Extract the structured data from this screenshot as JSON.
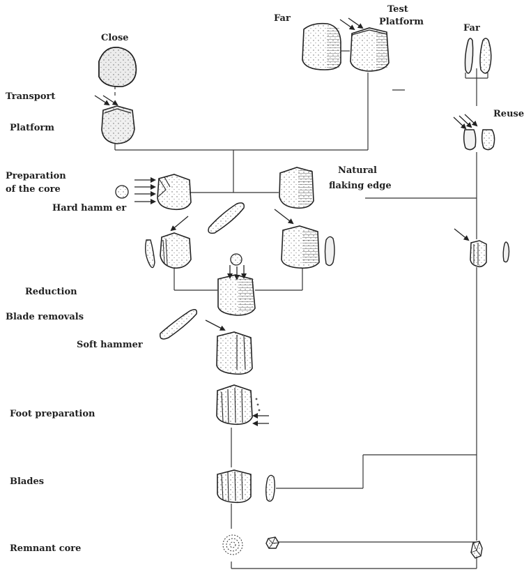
{
  "labels": {
    "close": "Close",
    "far_top": "Far",
    "test_platform_1": "Test",
    "test_platform_2": "Platform",
    "far_right": "Far",
    "transport": "Transport",
    "platform": "Platform",
    "reuse": "Reuse",
    "preparation_1": "Preparation",
    "preparation_2": "of the core",
    "natural_1": "Natural",
    "natural_2": "flaking edge",
    "hard_hammer": "Hard hamm er",
    "reduction": "Reduction",
    "blade_removals": "Blade removals",
    "soft_hammer": "Soft hammer",
    "foot_preparation": "Foot preparation",
    "blades": "Blades",
    "remnant_core": "Remnant core"
  }
}
